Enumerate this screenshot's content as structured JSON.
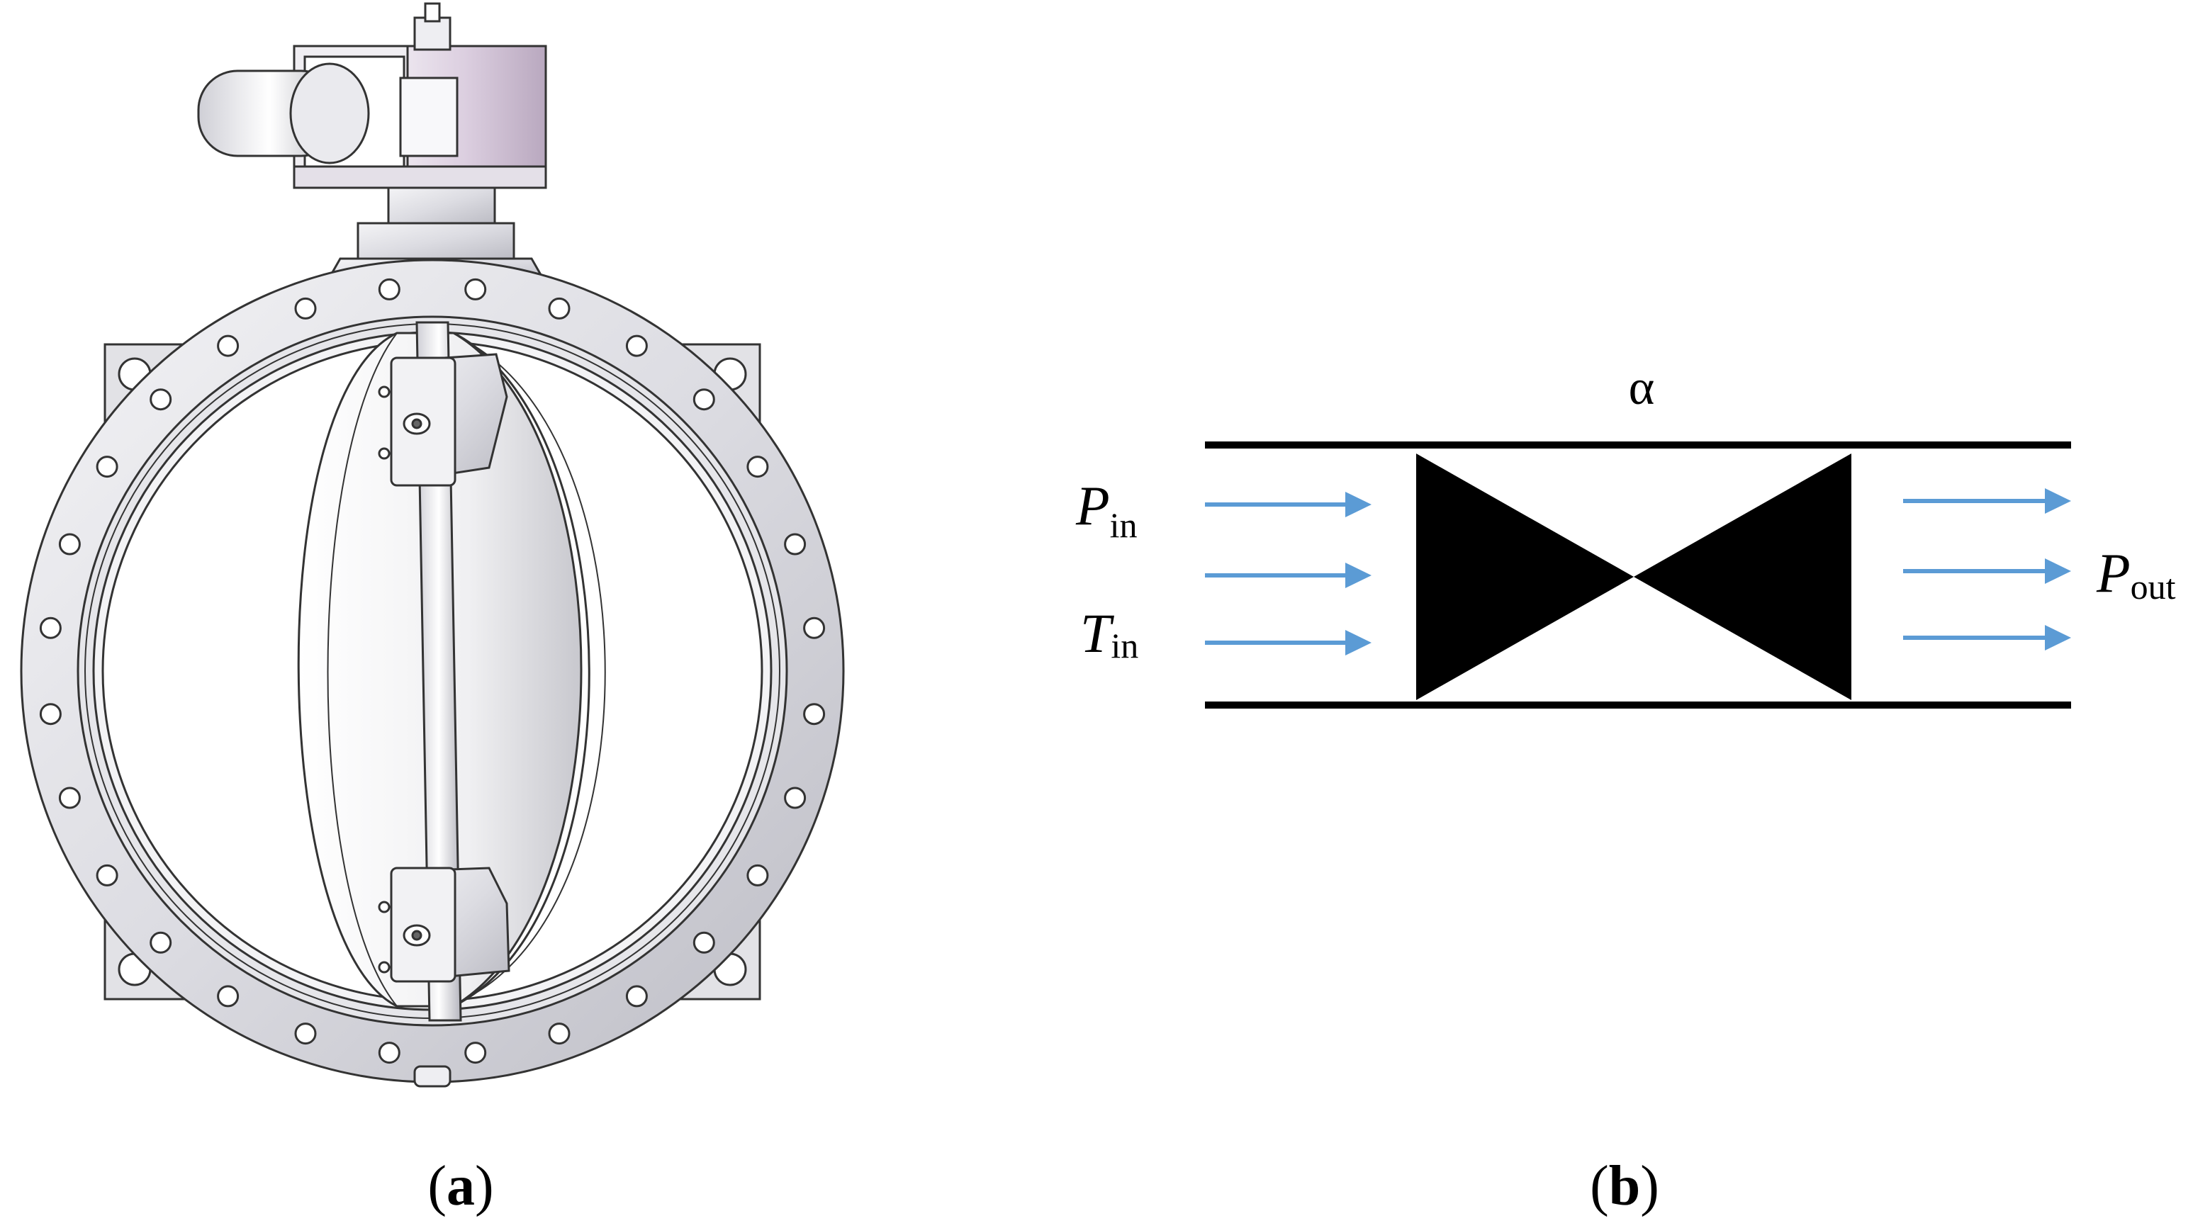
{
  "panel_a": {
    "caption_open": "(",
    "caption_letter": "a",
    "caption_close": ")",
    "valve_body_color": "#e4e4e8",
    "actuator_color": "#d8c8dc",
    "line_color": "#333333"
  },
  "panel_b": {
    "caption_open": "(",
    "caption_letter": "b",
    "caption_close": ")",
    "angle_symbol": "α",
    "inlet_pressure": {
      "symbol": "P",
      "subscript": "in"
    },
    "inlet_temperature": {
      "symbol": "T",
      "subscript": "in"
    },
    "outlet_pressure": {
      "symbol": "P",
      "subscript": "out"
    },
    "arrow_color": "#5b9bd5",
    "pipe_color": "#000000",
    "valve_symbol_color": "#000000",
    "inlet_arrow_count": 3,
    "outlet_arrow_count": 3
  }
}
